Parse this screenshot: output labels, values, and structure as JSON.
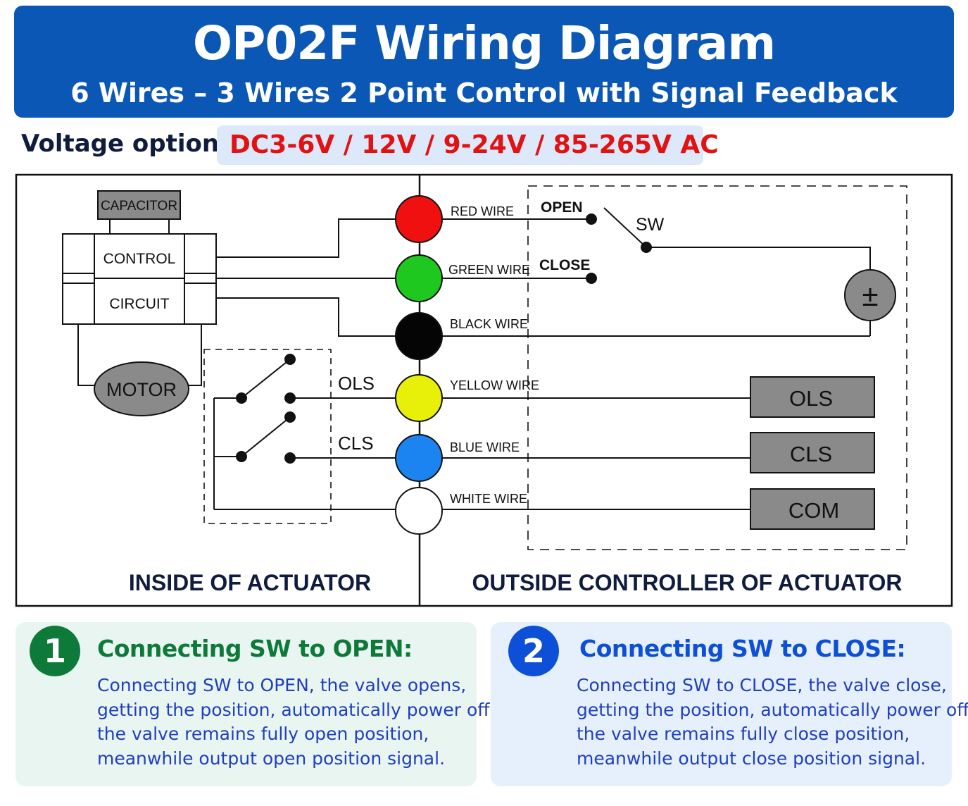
{
  "header": {
    "title": "OP02F Wiring Diagram",
    "subtitle": "6 Wires – 3 Wires 2 Point Control with Signal Feedback"
  },
  "voltage": {
    "label": "Voltage option:",
    "value": "DC3-6V / 12V / 9-24V / 85-265V AC"
  },
  "diagram": {
    "inside": {
      "capacitor": "CAPACITOR",
      "control": "CONTROL",
      "circuit": "CIRCUIT",
      "motor": "MOTOR",
      "ols": "OLS",
      "cls": "CLS",
      "section_label": "INSIDE OF ACTUATOR"
    },
    "wires": [
      {
        "label": "RED WIRE",
        "color": "#f01010"
      },
      {
        "label": "GREEN WIRE",
        "color": "#1ec81e"
      },
      {
        "label": "BLACK WIRE",
        "color": "#050505"
      },
      {
        "label": "YELLOW WIRE",
        "color": "#e8f00a"
      },
      {
        "label": "BLUE WIRE",
        "color": "#1b84f0"
      },
      {
        "label": "WHITE WIRE",
        "color": "#ffffff"
      }
    ],
    "outside": {
      "open": "OPEN",
      "close": "CLOSE",
      "sw": "SW",
      "power_symbol": "±",
      "ols": "OLS",
      "cls": "CLS",
      "com": "COM",
      "section_label": "OUTSIDE CONTROLLER OF ACTUATOR"
    }
  },
  "cards": [
    {
      "number": "1",
      "title": "Connecting SW to OPEN:",
      "lines": [
        "Connecting SW to OPEN, the valve opens,",
        "getting the position, automatically power off,",
        "the valve remains fully open position,",
        "meanwhile output open position signal."
      ]
    },
    {
      "number": "2",
      "title": "Connecting SW to CLOSE:",
      "lines": [
        "Connecting SW to CLOSE, the valve close,",
        "getting the position, automatically power off,",
        "the valve remains fully close position,",
        "meanwhile output close position signal."
      ]
    }
  ]
}
